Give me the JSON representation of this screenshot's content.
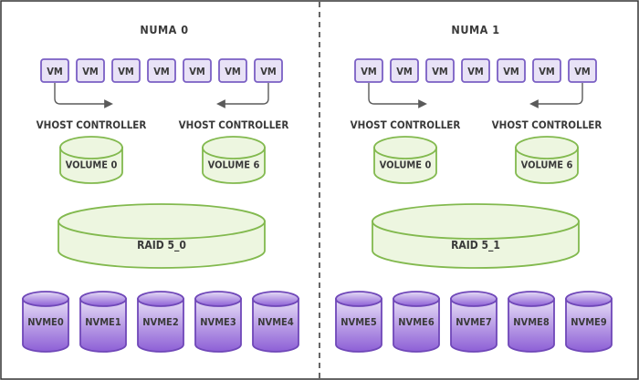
{
  "colors": {
    "frame": "#333333",
    "vm_fill": "#e8e2f6",
    "vm_stroke": "#7a5fc4",
    "volume_fill": "#edf6e0",
    "volume_stroke": "#82b94e",
    "nvme_top": "#e6ddf6",
    "nvme_bottom": "#8d5fd6",
    "nvme_stroke": "#6f47b8",
    "arrow": "#5a5a5a"
  },
  "numa": [
    {
      "title": "NUMA 0",
      "vms": [
        "VM",
        "VM",
        "VM",
        "VM",
        "VM",
        "VM",
        "VM"
      ],
      "controllers": [
        {
          "label": "VHOST CONTROLLER",
          "volume": "VOLUME 0"
        },
        {
          "label": "VHOST CONTROLLER",
          "volume": "VOLUME 6"
        }
      ],
      "raid": "RAID 5_0",
      "nvme": [
        "NVME0",
        "NVME1",
        "NVME2",
        "NVME3",
        "NVME4"
      ]
    },
    {
      "title": "NUMA 1",
      "vms": [
        "VM",
        "VM",
        "VM",
        "VM",
        "VM",
        "VM",
        "VM"
      ],
      "controllers": [
        {
          "label": "VHOST CONTROLLER",
          "volume": "VOLUME 0"
        },
        {
          "label": "VHOST CONTROLLER",
          "volume": "VOLUME 6"
        }
      ],
      "raid": "RAID 5_1",
      "nvme": [
        "NVME5",
        "NVME6",
        "NVME7",
        "NVME8",
        "NVME9"
      ]
    }
  ]
}
